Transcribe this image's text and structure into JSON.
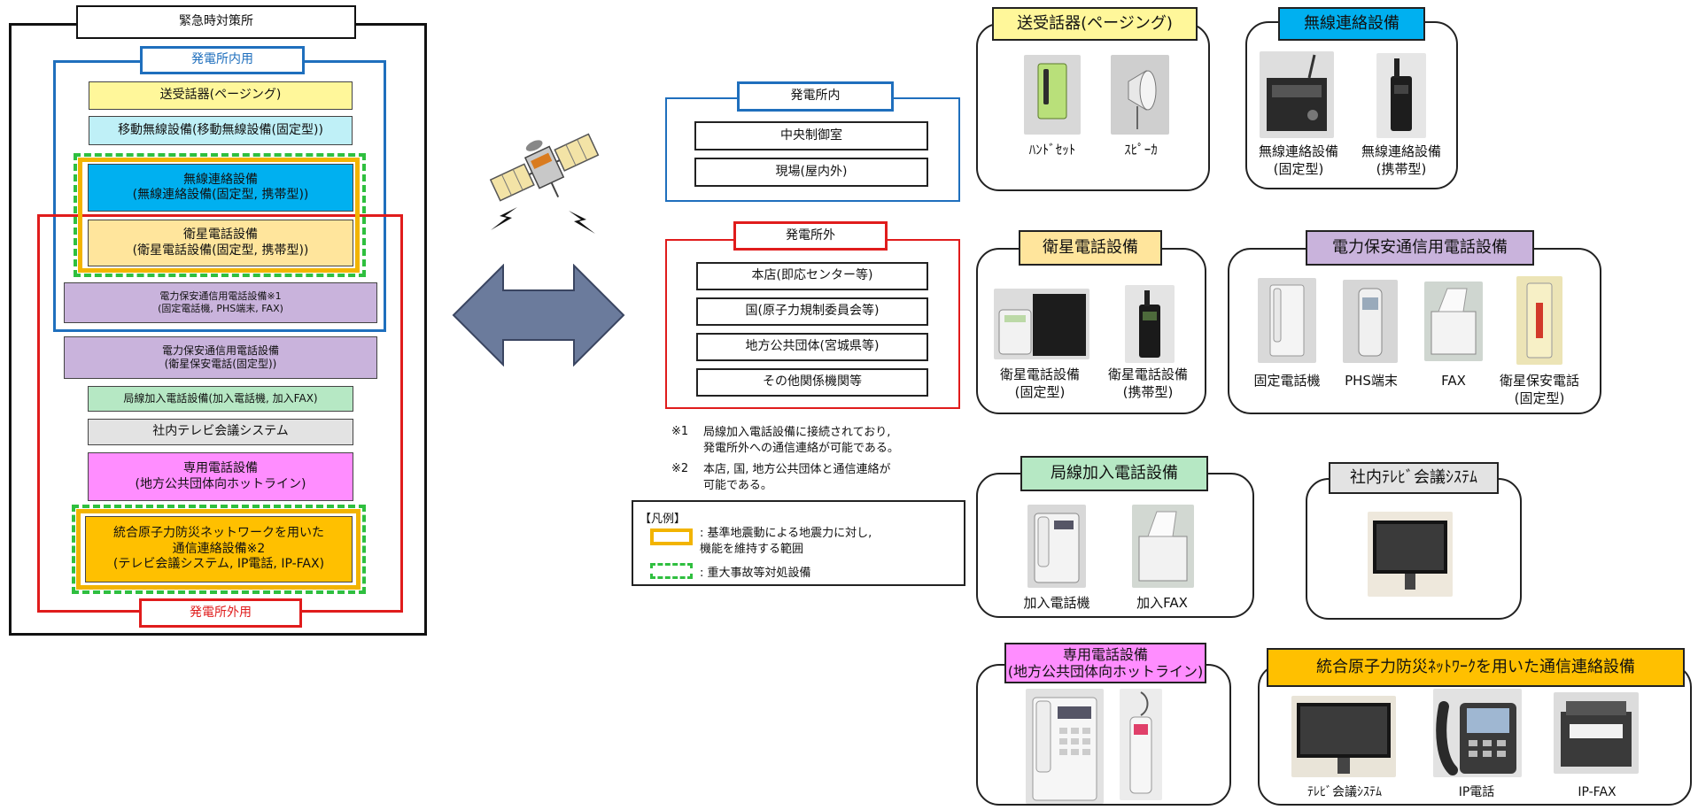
{
  "colors": {
    "yellow": "#fff79a",
    "lightblue": "#bff0f7",
    "cyan": "#00b0f0",
    "lightorange": "#ffe59c",
    "purple": "#c9b3dc",
    "green": "#b6e8c4",
    "magenta": "#ff8dff",
    "orange": "#ffc000",
    "blue_frame": "#1f6fbd",
    "red_frame": "#e01c1c",
    "green_dash": "#2fbf3f",
    "arrow": "#6b7b9c"
  },
  "left": {
    "emergency_title": "緊急時対策所",
    "inside_label": "発電所内用",
    "outside_label": "発電所外用",
    "items": {
      "paging": "送受話器(ページング)",
      "mobile_radio": "移動無線設備(移動無線設備(固定型))",
      "radio": "無線連絡設備\n(無線連絡設備(固定型, 携帯型))",
      "satellite": "衛星電話設備\n(衛星電話設備(固定型, 携帯型))",
      "power_comm1": "電力保安通信用電話設備※1\n(固定電話機, PHS端末, FAX)",
      "power_comm2": "電力保安通信用電話設備\n(衛星保安電話(固定型))",
      "subscriber": "局線加入電話設備(加入電話機, 加入FAX)",
      "tv_conf": "社内テレビ会議システム",
      "dedicated": "専用電話設備\n(地方公共団体向ホットライン)",
      "integrated": "統合原子力防災ネットワークを用いた\n通信連絡設備※2\n(テレビ会議システム, IP電話, IP-FAX)"
    }
  },
  "middle": {
    "inside_title": "発電所内",
    "inside_items": [
      "中央制御室",
      "現場(屋内外)"
    ],
    "outside_title": "発電所外",
    "outside_items": [
      "本店(即応センター等)",
      "国(原子力規制委員会等)",
      "地方公共団体(宮城県等)",
      "その他関係機関等"
    ],
    "notes": [
      {
        "mark": "※1",
        "text": "局線加入電話設備に接続されており,\n発電所外への通信連絡が可能である。"
      },
      {
        "mark": "※2",
        "text": "本店, 国, 地方公共団体と通信連絡が\n可能である。"
      }
    ],
    "legend": {
      "title": "【凡例】",
      "yellow_text": "基準地震動による地震力に対し,\n機能を維持する範囲",
      "green_text": "重大事故等対処設備"
    }
  },
  "right": {
    "paging": {
      "title": "送受話器(ページング)",
      "captions": [
        "ﾊﾝﾄﾞｾｯﾄ",
        "ｽﾋﾟｰｶ"
      ]
    },
    "radio": {
      "title": "無線連絡設備",
      "captions": [
        "無線連絡設備\n(固定型)",
        "無線連絡設備\n(携帯型)"
      ]
    },
    "satellite": {
      "title": "衛星電話設備",
      "captions": [
        "衛星電話設備\n(固定型)",
        "衛星電話設備\n(携帯型)"
      ]
    },
    "power": {
      "title": "電力保安通信用電話設備",
      "captions": [
        "固定電話機",
        "PHS端末",
        "FAX",
        "衛星保安電話\n(固定型)"
      ]
    },
    "subscriber": {
      "title": "局線加入電話設備",
      "captions": [
        "加入電話機",
        "加入FAX"
      ]
    },
    "tvconf": {
      "title": "社内ﾃﾚﾋﾞ会議ｼｽﾃﾑ"
    },
    "dedicated": {
      "title": "専用電話設備\n(地方公共団体向ホットライン)"
    },
    "integrated": {
      "title": "統合原子力防災ﾈｯﾄﾜｰｸを用いた通信連絡設備",
      "captions": [
        "ﾃﾚﾋﾞ会議ｼｽﾃﾑ",
        "IP電話",
        "IP-FAX"
      ]
    }
  }
}
